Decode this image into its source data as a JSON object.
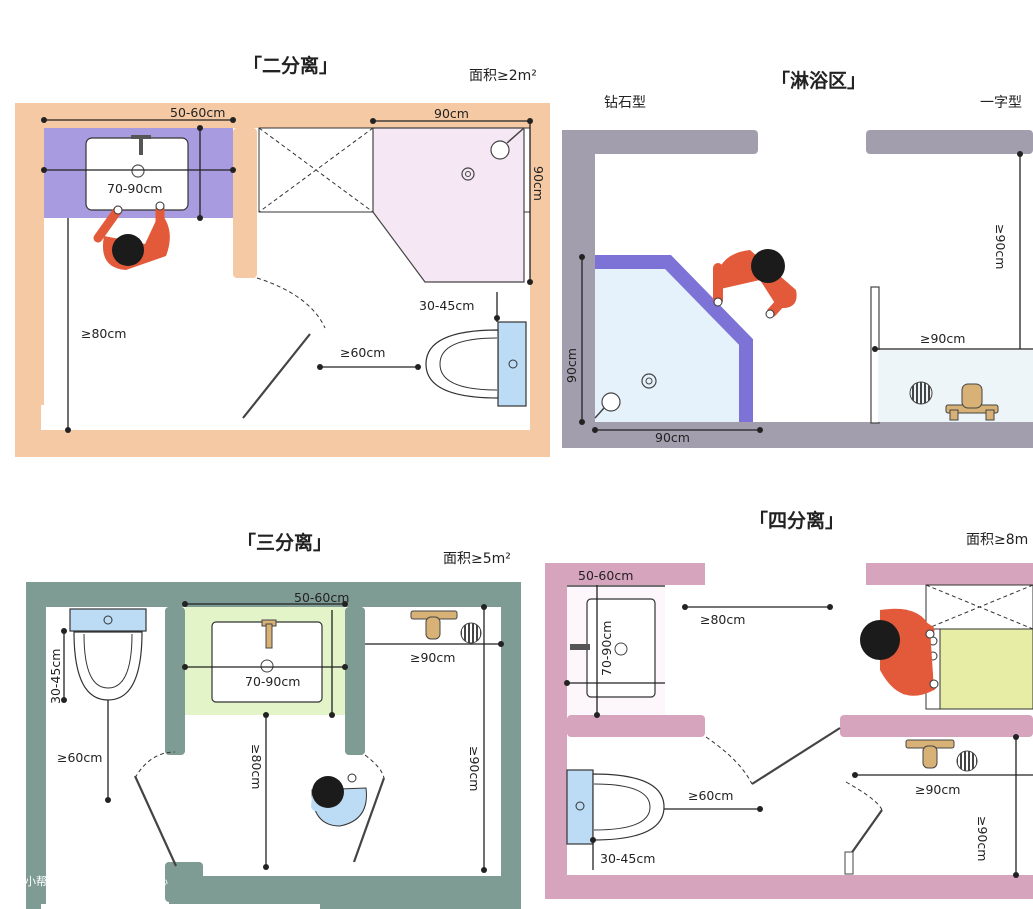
{
  "panels": {
    "two": {
      "title": "「二分离」",
      "area": "面积≥2m²",
      "dims": {
        "basin_width": "50-60cm",
        "basin": "70-90cm",
        "shower_w": "90cm",
        "shower_h": "90cm",
        "toilet": "30-45cm",
        "aisle": "≥80cm",
        "door": "≥60cm"
      }
    },
    "shower": {
      "title": "「淋浴区」",
      "diamond": "钻石型",
      "straight": "一字型",
      "dims": {
        "side": "90cm",
        "bottom": "90cm",
        "width": "≥90cm",
        "depth": "≥90cm"
      }
    },
    "three": {
      "title": "「三分离」",
      "area": "面积≥5m²",
      "dims": {
        "basin_width": "50-60cm",
        "basin": "70-90cm",
        "toilet": "30-45cm",
        "aisle_left": "≥60cm",
        "aisle_mid": "≥80cm",
        "shower_w": "≥90cm",
        "shower_h": "≥90cm"
      }
    },
    "four": {
      "title": "「四分离」",
      "area": "面积≥8m",
      "dims": {
        "basin_width": "50-60cm",
        "basin": "70-90cm",
        "aisle": "≥80cm",
        "door": "≥60cm",
        "toilet": "30-45cm",
        "shower_w": "≥90cm",
        "shower_h": "≥90cm"
      }
    }
  },
  "watermark": "住小帮@绵阳汇川雅阁设计中心",
  "colors": {
    "orange_wall": "#f5c9a3",
    "purple_counter": "#a99be0",
    "shower_floor": "#f5e7f4",
    "grey_wall": "#a39eae",
    "screen_blue": "#7d73d6",
    "teal_wall": "#7f9c94",
    "green_counter": "#e4f4c9",
    "pink_wall": "#d7a4be",
    "yellow_counter": "#e7eda5",
    "person_shirt": "#e35a3b",
    "person_hair": "#1b1b1b",
    "toilet_tank": "#bcdcf5"
  }
}
